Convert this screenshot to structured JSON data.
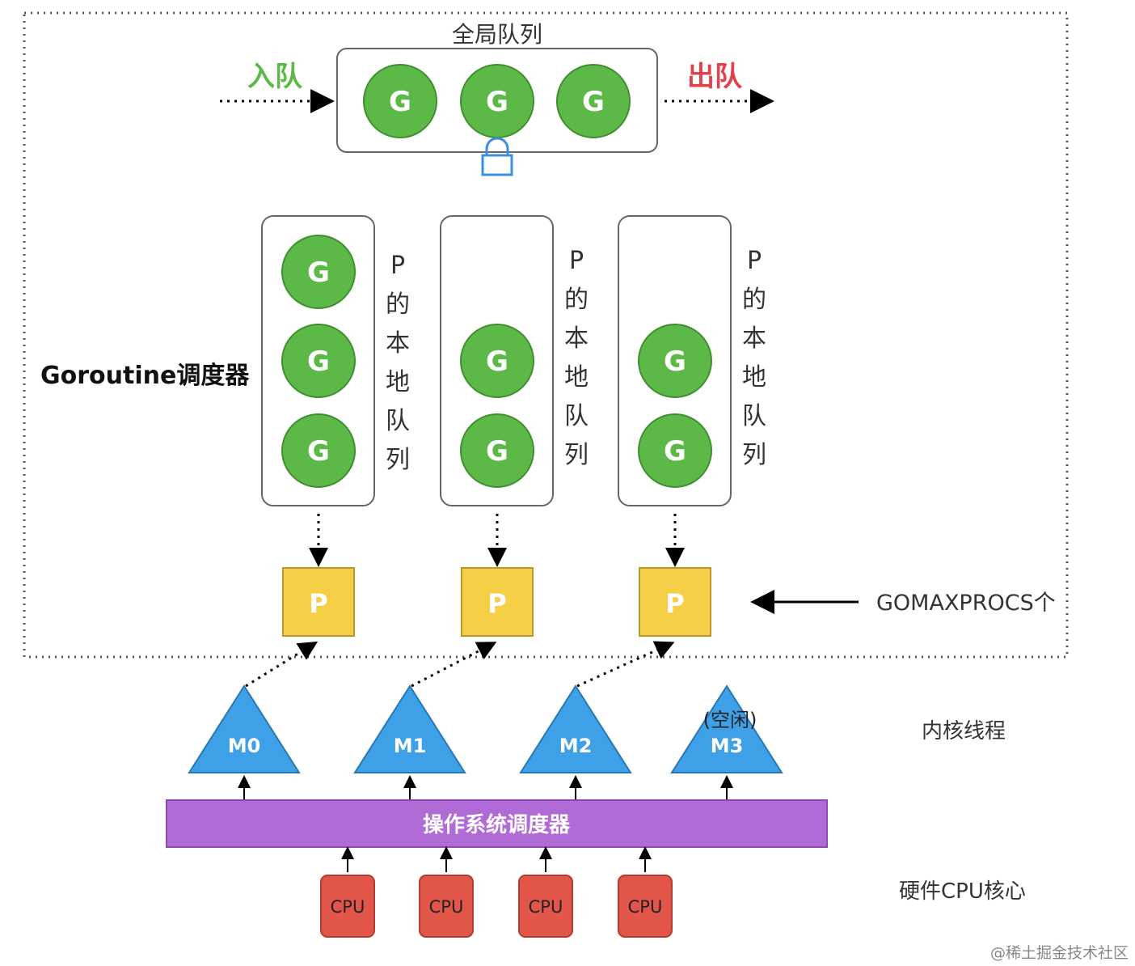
{
  "global_queue": {
    "title": "全局队列",
    "enqueue_label": "入队",
    "dequeue_label": "出队",
    "goroutines": [
      "G",
      "G",
      "G"
    ]
  },
  "scheduler_label": "Goroutine调度器",
  "local_queues": [
    {
      "label": [
        "P",
        "的",
        "本",
        "地",
        "队",
        "列"
      ],
      "goroutines": [
        "G",
        "G",
        "G"
      ]
    },
    {
      "label": [
        "P",
        "的",
        "本",
        "地",
        "队",
        "列"
      ],
      "goroutines": [
        "G",
        "G"
      ]
    },
    {
      "label": [
        "P",
        "的",
        "本",
        "地",
        "队",
        "列"
      ],
      "goroutines": [
        "G",
        "G"
      ]
    }
  ],
  "processors": [
    "P",
    "P",
    "P"
  ],
  "gomaxprocs_label": "GOMAXPROCS个",
  "threads": [
    {
      "name": "M0",
      "note": ""
    },
    {
      "name": "M1",
      "note": ""
    },
    {
      "name": "M2",
      "note": ""
    },
    {
      "name": "M3",
      "note": "(空闲)"
    }
  ],
  "kernel_thread_label": "内核线程",
  "os_scheduler_label": "操作系统调度器",
  "cpus": [
    "CPU",
    "CPU",
    "CPU",
    "CPU"
  ],
  "hardware_label": "硬件CPU核心",
  "watermark": "@稀土掘金技术社区",
  "colors": {
    "goroutine": "#5cb947",
    "goroutine_stroke": "#3f8f30",
    "processor": "#f5cf45",
    "thread": "#3ea0e6",
    "os_bar": "#b06bd6",
    "cpu": "#e2564a",
    "enqueue": "#5cb947",
    "dequeue": "#e3414a",
    "lock": "#3b8fe0"
  }
}
